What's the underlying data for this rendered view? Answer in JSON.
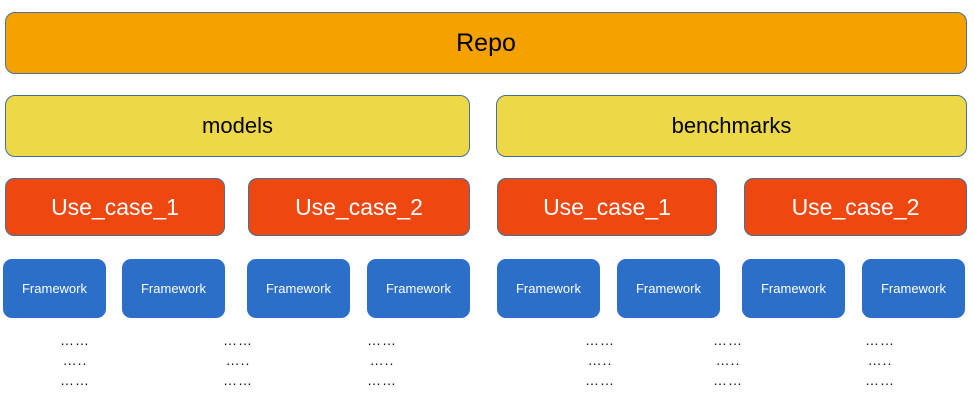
{
  "diagram": {
    "type": "hierarchy-tree",
    "title": "Repo",
    "colors": {
      "repo": "#F5A201",
      "folder": "#EDD847",
      "usecase": "#EF4710",
      "framework": "#2B6FC9",
      "border": "#41719C",
      "background": "#FFFFFF",
      "text_dark": "#000000",
      "text_light": "#FFFFFF"
    },
    "root": {
      "label": "Repo"
    },
    "folders": [
      {
        "label": "models"
      },
      {
        "label": "benchmarks"
      }
    ],
    "use_cases": [
      {
        "label": "Use_case_1",
        "parent": "models"
      },
      {
        "label": "Use_case_2",
        "parent": "models"
      },
      {
        "label": "Use_case_1",
        "parent": "benchmarks"
      },
      {
        "label": "Use_case_2",
        "parent": "benchmarks"
      }
    ],
    "frameworks": [
      {
        "label": "Framework",
        "parent": "models/Use_case_1"
      },
      {
        "label": "Framework",
        "parent": "models/Use_case_1"
      },
      {
        "label": "Framework",
        "parent": "models/Use_case_2"
      },
      {
        "label": "Framework",
        "parent": "models/Use_case_2"
      },
      {
        "label": "Framework",
        "parent": "benchmarks/Use_case_1"
      },
      {
        "label": "Framework",
        "parent": "benchmarks/Use_case_1"
      },
      {
        "label": "Framework",
        "parent": "benchmarks/Use_case_2"
      },
      {
        "label": "Framework",
        "parent": "benchmarks/Use_case_2"
      }
    ],
    "ellipsis_groups": [
      {
        "rows": [
          "……",
          "…..",
          "……"
        ]
      },
      {
        "rows": [
          "……",
          "…..",
          "……"
        ]
      },
      {
        "rows": [
          "……",
          "…..",
          "……"
        ]
      },
      {
        "rows": [
          "……",
          "…..",
          "……"
        ]
      },
      {
        "rows": [
          "……",
          "…..",
          "……"
        ]
      },
      {
        "rows": [
          "……",
          "…..",
          "……"
        ]
      }
    ]
  }
}
